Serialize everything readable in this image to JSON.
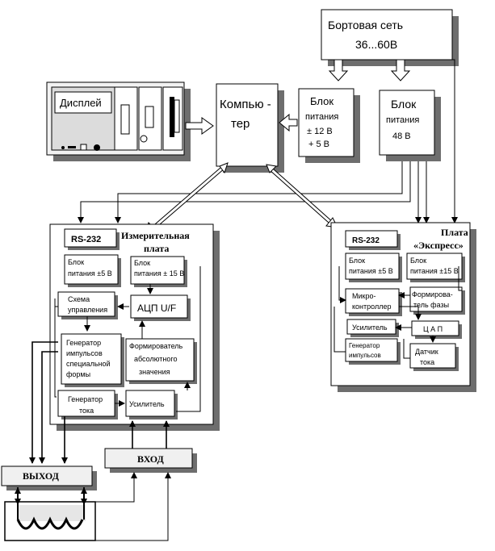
{
  "onboard": {
    "title": "Бортовая сеть",
    "voltage": "36...60В"
  },
  "display": {
    "label": "Дисплей"
  },
  "computer": {
    "line1": "Компью -",
    "line2": "тер"
  },
  "psu12": {
    "line1": "Блок",
    "line2": "питания",
    "line3": "± 12 В",
    "line4": "+ 5 В"
  },
  "psu48": {
    "line1": "Блок",
    "line2": "питания",
    "line3": "48 В"
  },
  "measure_board": {
    "title_line1": "Измерительная",
    "title_line2": "плата",
    "rs232": "RS-232",
    "psu5_line1": "Блок",
    "psu5_line2": "питания ±5 В",
    "psu15_line1": "Блок",
    "psu15_line2": "питания ± 15 В",
    "control_line1": "Схема",
    "control_line2": "управления",
    "adc": "АЦП U/F",
    "gen_line1": "Генератор",
    "gen_line2": "импульсов",
    "gen_line3": "специальной",
    "gen_line4": "формы",
    "abs_line1": "Формирователь",
    "abs_line2": "абсолютного",
    "abs_line3": "значения",
    "curgen_line1": "Генератор",
    "curgen_line2": "тока",
    "amp": "Усилитель"
  },
  "express_board": {
    "title_line1": "Плата",
    "title_line2": "«Экспресс»",
    "rs232": "RS-232",
    "psu5_line1": "Блок",
    "psu5_line2": "питания ±5 В",
    "psu15_line1": "Блок",
    "psu15_line2": "питания ±15 В",
    "mcu_line1": "Микро-",
    "mcu_line2": "контроллер",
    "phase_line1": "Формирова-",
    "phase_line2": "тель фазы",
    "amp": "Усилитель",
    "dac": "Ц А П",
    "gen_line1": "Генератор",
    "gen_line2": "импульсов",
    "sensor_line1": "Датчик",
    "sensor_line2": "тока"
  },
  "output": {
    "label": "ВЫХОД"
  },
  "input": {
    "label": "ВХОД"
  }
}
